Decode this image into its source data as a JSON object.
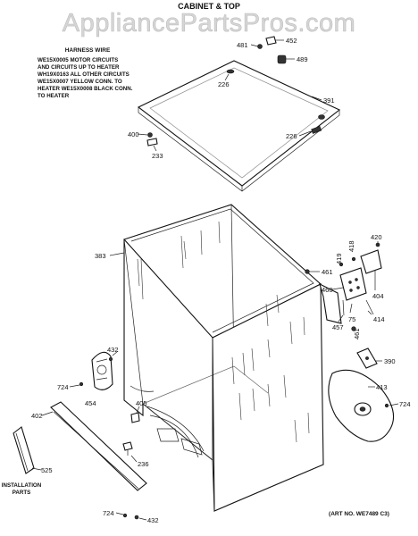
{
  "header": {
    "section_title": "CABINET & TOP",
    "watermark": "AppliancePartsPros.com"
  },
  "notes": {
    "harness_title": "HARNESS WIRE",
    "harness_lines": [
      "WE15X0005 MOTOR CIRCUITS",
      "AND CIRCUITS UP TO HEATER",
      "WH19X0163 ALL OTHER CIRCUITS",
      "WE15X0007 YELLOW CONN. TO",
      "HEATER  WE15X0008 BLACK CONN.",
      "TO HEATER"
    ],
    "installation_lines": [
      "INSTALLATION",
      "PARTS"
    ],
    "art_no": "(ART NO. WE7489 C3)"
  },
  "callouts": [
    "481",
    "452",
    "489",
    "226",
    "391",
    "400",
    "233",
    "226",
    "383",
    "420",
    "418",
    "419",
    "461",
    "460",
    "404",
    "414",
    "75",
    "457",
    "461",
    "432",
    "724",
    "454",
    "405",
    "390",
    "413",
    "724",
    "402",
    "525",
    "236",
    "724",
    "432"
  ]
}
